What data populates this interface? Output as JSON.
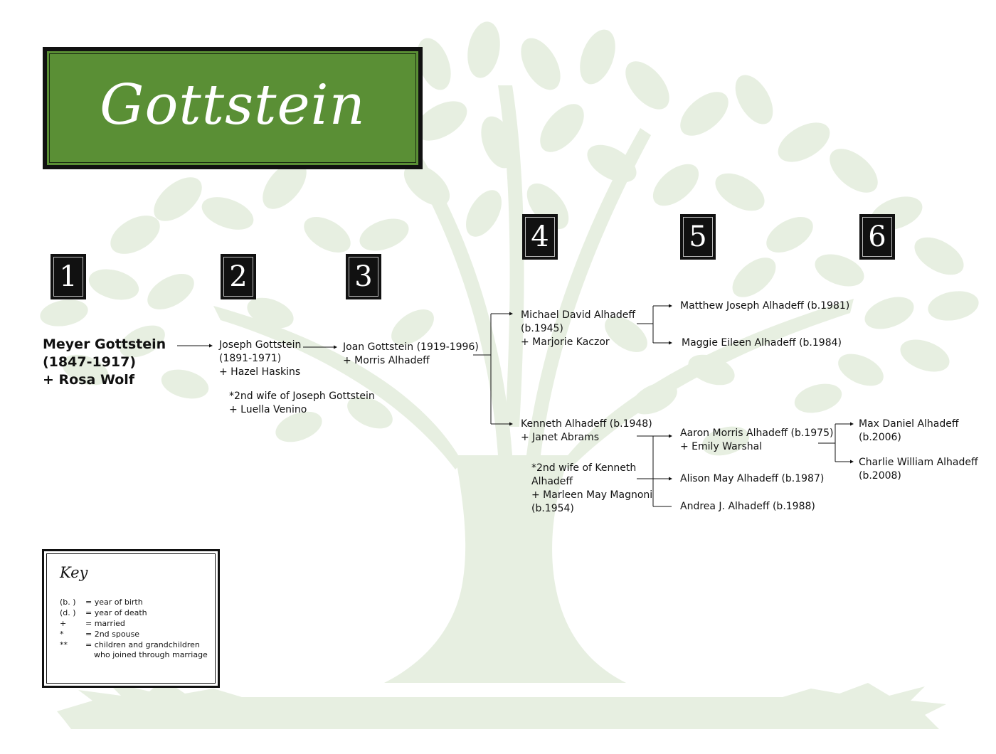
{
  "title": "Gottstein",
  "generations": [
    "1",
    "2",
    "3",
    "4",
    "5",
    "6"
  ],
  "gen1": {
    "name": "Meyer Gottstein",
    "dates": "(1847-1917)",
    "spouse": "+ Rosa Wolf"
  },
  "gen2": {
    "name": "Joseph Gottstein",
    "dates": "(1891-1971)",
    "spouse": "+ Hazel Haskins",
    "second_wife_label": "*2nd wife of Joseph Gottstein",
    "second_wife": "+ Luella Venino"
  },
  "gen3": {
    "name": "Joan Gottstein (1919-1996)",
    "spouse": "+ Morris Alhadeff"
  },
  "gen4": {
    "michael": {
      "name": "Michael David Alhadeff",
      "dates": "(b.1945)",
      "spouse": "+ Marjorie Kaczor"
    },
    "kenneth": {
      "name": "Kenneth Alhadeff (b.1948)",
      "spouse": "+ Janet Abrams",
      "second_wife_label_1": "*2nd wife of Kenneth",
      "second_wife_label_2": "Alhadeff",
      "second_wife": "+ Marleen May Magnoni",
      "second_wife_dates": "(b.1954)"
    }
  },
  "gen5": {
    "matthew": "Matthew Joseph Alhadeff (b.1981)",
    "maggie": "Maggie Eileen Alhadeff (b.1984)",
    "aaron": {
      "name": "Aaron Morris Alhadeff (b.1975)",
      "spouse": "+ Emily Warshal"
    },
    "alison": "Alison May Alhadeff (b.1987)",
    "andrea": "Andrea J. Alhadeff (b.1988)"
  },
  "gen6": {
    "max": {
      "name": "Max Daniel Alhadeff",
      "dates": "(b.2006)"
    },
    "charlie": {
      "name": "Charlie William Alhadeff",
      "dates": "(b.2008)"
    }
  },
  "key": {
    "title": "Key",
    "rows": [
      {
        "symbol": "(b.    )",
        "desc": "= year of birth"
      },
      {
        "symbol": "(d.    )",
        "desc": "= year of death"
      },
      {
        "symbol": "+",
        "desc": "= married"
      },
      {
        "symbol": "*",
        "desc": "= 2nd spouse"
      },
      {
        "symbol": "**",
        "desc": "= children and grandchildren"
      }
    ],
    "continuation": "who joined through marriage"
  },
  "colors": {
    "banner_green": "#5a8f35",
    "tree_green": "#e6efe0",
    "box_black": "#111111"
  }
}
